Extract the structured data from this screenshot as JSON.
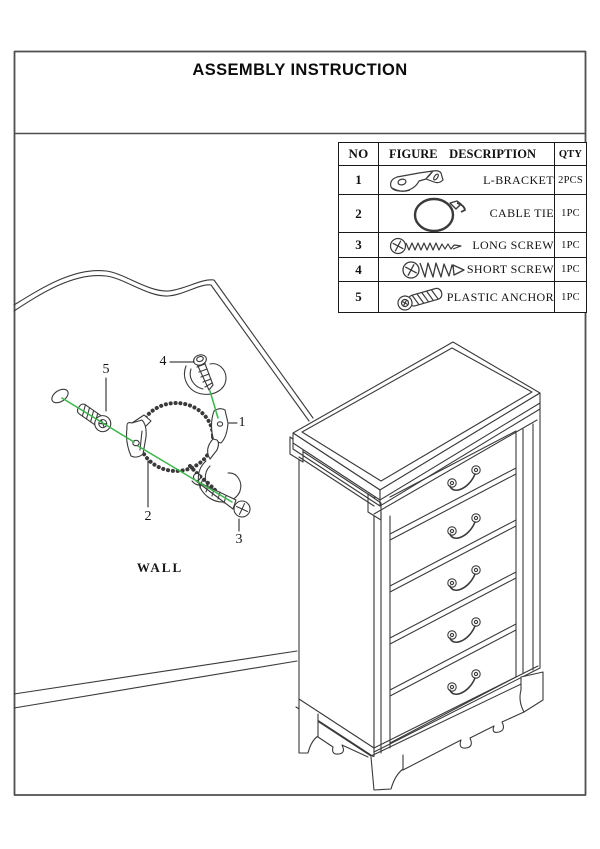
{
  "header": {
    "title": "ASSEMBLY INSTRUCTION"
  },
  "parts_table": {
    "headers": {
      "no": "NO",
      "figure": "FIGURE",
      "description": "DESCRIPTION",
      "qty": "QTY"
    },
    "rows": [
      {
        "no": "1",
        "figure_icon": "l-bracket-icon",
        "description": "L-BRACKET",
        "qty": "2PCS"
      },
      {
        "no": "2",
        "figure_icon": "cable-tie-icon",
        "description": "CABLE TIE",
        "qty": "1PC"
      },
      {
        "no": "3",
        "figure_icon": "long-screw-icon",
        "description": "LONG SCREW",
        "qty": "1PC"
      },
      {
        "no": "4",
        "figure_icon": "short-screw-icon",
        "description": "SHORT SCREW",
        "qty": "1PC"
      },
      {
        "no": "5",
        "figure_icon": "plastic-anchor-icon",
        "description": "PLASTIC ANCHOR",
        "qty": "1PC"
      }
    ]
  },
  "diagram": {
    "wall_label": "WALL",
    "callouts": [
      {
        "number": "1"
      },
      {
        "number": "2"
      },
      {
        "number": "3"
      },
      {
        "number": "4"
      },
      {
        "number": "5"
      }
    ],
    "colors": {
      "line_color": "#3a3a3a",
      "highlight_green": "#3cb54a"
    }
  }
}
